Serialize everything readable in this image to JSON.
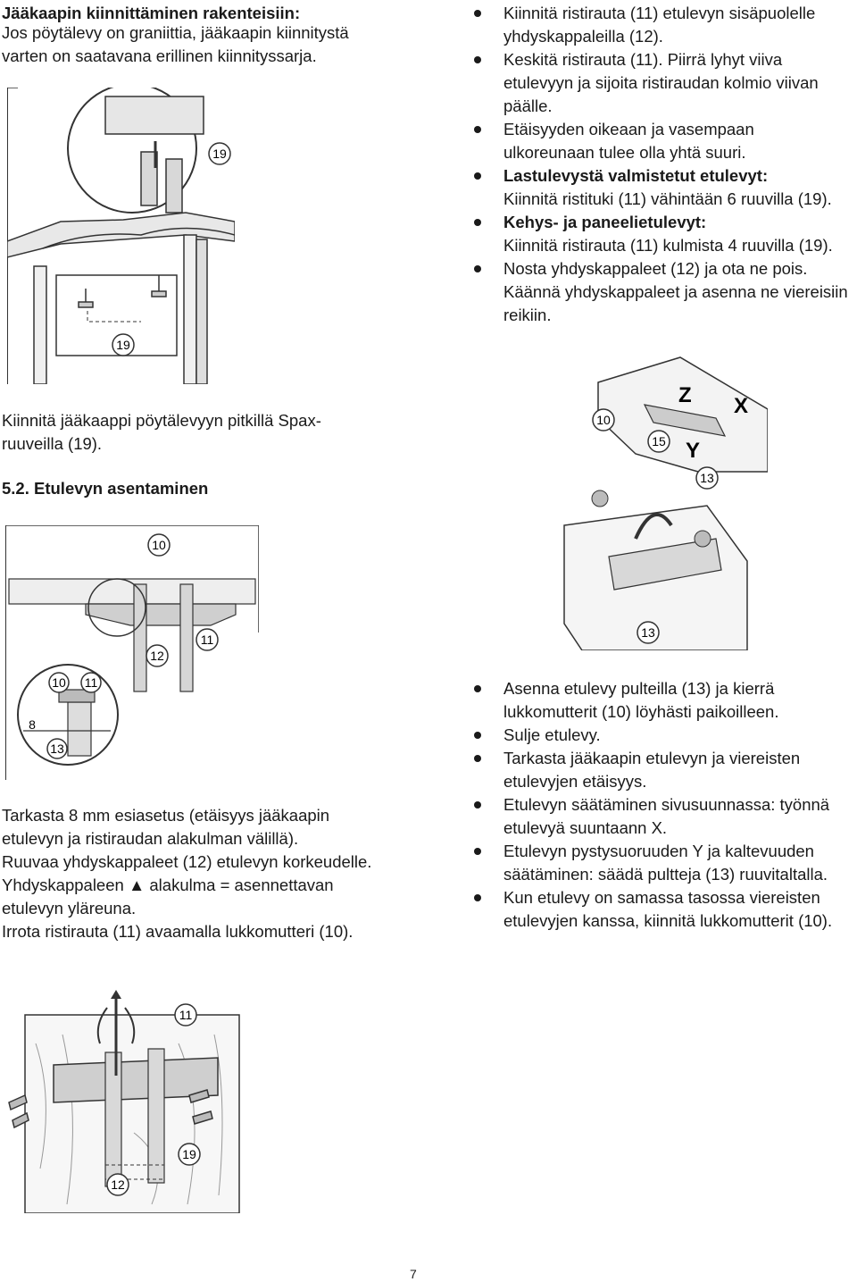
{
  "left_intro": {
    "title": "Jääkaapin kiinnittäminen rakenteisiin:",
    "lines": [
      "Jos pöytälevy on graniittia, jääkaapin kiinnitystä",
      "varten on saatavana erillinen kiinnityssarja."
    ]
  },
  "top_bullets": [
    {
      "lines": [
        "Kiinnitä ristirauta (11) etulevyn sisäpuolelle",
        "yhdyskappaleilla (12)."
      ]
    },
    {
      "lines": [
        "Keskitä ristirauta (11). Piirrä lyhyt viiva",
        "etulevyyn ja sijoita ristiraudan kolmio viivan",
        "päälle."
      ]
    },
    {
      "lines": [
        "Etäisyyden oikeaan ja vasempaan",
        "ulkoreunaan tulee olla yhtä suuri."
      ]
    },
    {
      "bold": "Lastulevystä valmistetut etulevyt:",
      "lines": [
        "Kiinnitä ristituki (11) vähintään 6 ruuvilla (19)."
      ]
    },
    {
      "bold": "Kehys- ja paneelietulevyt:",
      "lines": [
        "Kiinnitä ristirauta (11) kulmista 4 ruuvilla (19)."
      ]
    },
    {
      "lines": [
        "Nosta yhdyskappaleet (12) ja ota ne pois.",
        "Käännä yhdyskappaleet ja asenna ne viereisiin",
        "reikiin."
      ]
    }
  ],
  "fix_text": {
    "lines": [
      "Kiinnitä jääkaappi pöytälevyyn pitkillä Spax-",
      "ruuveilla (19)."
    ]
  },
  "section_heading": "5.2. Etulevyn asentaminen",
  "check_text": {
    "lines": [
      "Tarkasta 8 mm esiasetus (etäisyys jääkaapin",
      "etulevyn ja ristiraudan alakulman välillä).",
      "Ruuvaa yhdyskappaleet (12) etulevyn korkeudelle.",
      "Yhdyskappaleen ▲ alakulma = asennettavan",
      "etulevyn yläreuna.",
      "Irrota ristirauta (11) avaamalla lukkomutteri (10)."
    ]
  },
  "bottom_bullets": [
    {
      "lines": [
        "Asenna etulevy pulteilla (13) ja kierrä",
        "lukkomutterit (10) löyhästi paikoilleen."
      ]
    },
    {
      "lines": [
        "Sulje etulevy."
      ]
    },
    {
      "lines": [
        "Tarkasta jääkaapin etulevyn ja viereisten",
        "etulevyjen etäisyys."
      ]
    },
    {
      "lines": [
        "Etulevyn säätäminen sivusuunnassa: työnnä",
        "etulevyä suuntaann X."
      ]
    },
    {
      "lines": [
        "Etulevyn pystysuoruuden Y ja kaltevuuden",
        "säätäminen: säädä pultteja (13) ruuvitaltalla."
      ]
    },
    {
      "lines": [
        "Kun etulevy on samassa tasossa viereisten",
        "etulevyjen kanssa, kiinnitä lukkomutterit (10)."
      ]
    }
  ],
  "callouts": {
    "fig1": [
      "19",
      "19"
    ],
    "fig2": [
      "10",
      "15",
      "13",
      "Z",
      "X",
      "Y",
      "13"
    ],
    "fig3": [
      "10",
      "12",
      "11",
      "10",
      "11",
      "8",
      "13"
    ],
    "fig4": [
      "11",
      "19",
      "12"
    ]
  },
  "page_number": "7"
}
